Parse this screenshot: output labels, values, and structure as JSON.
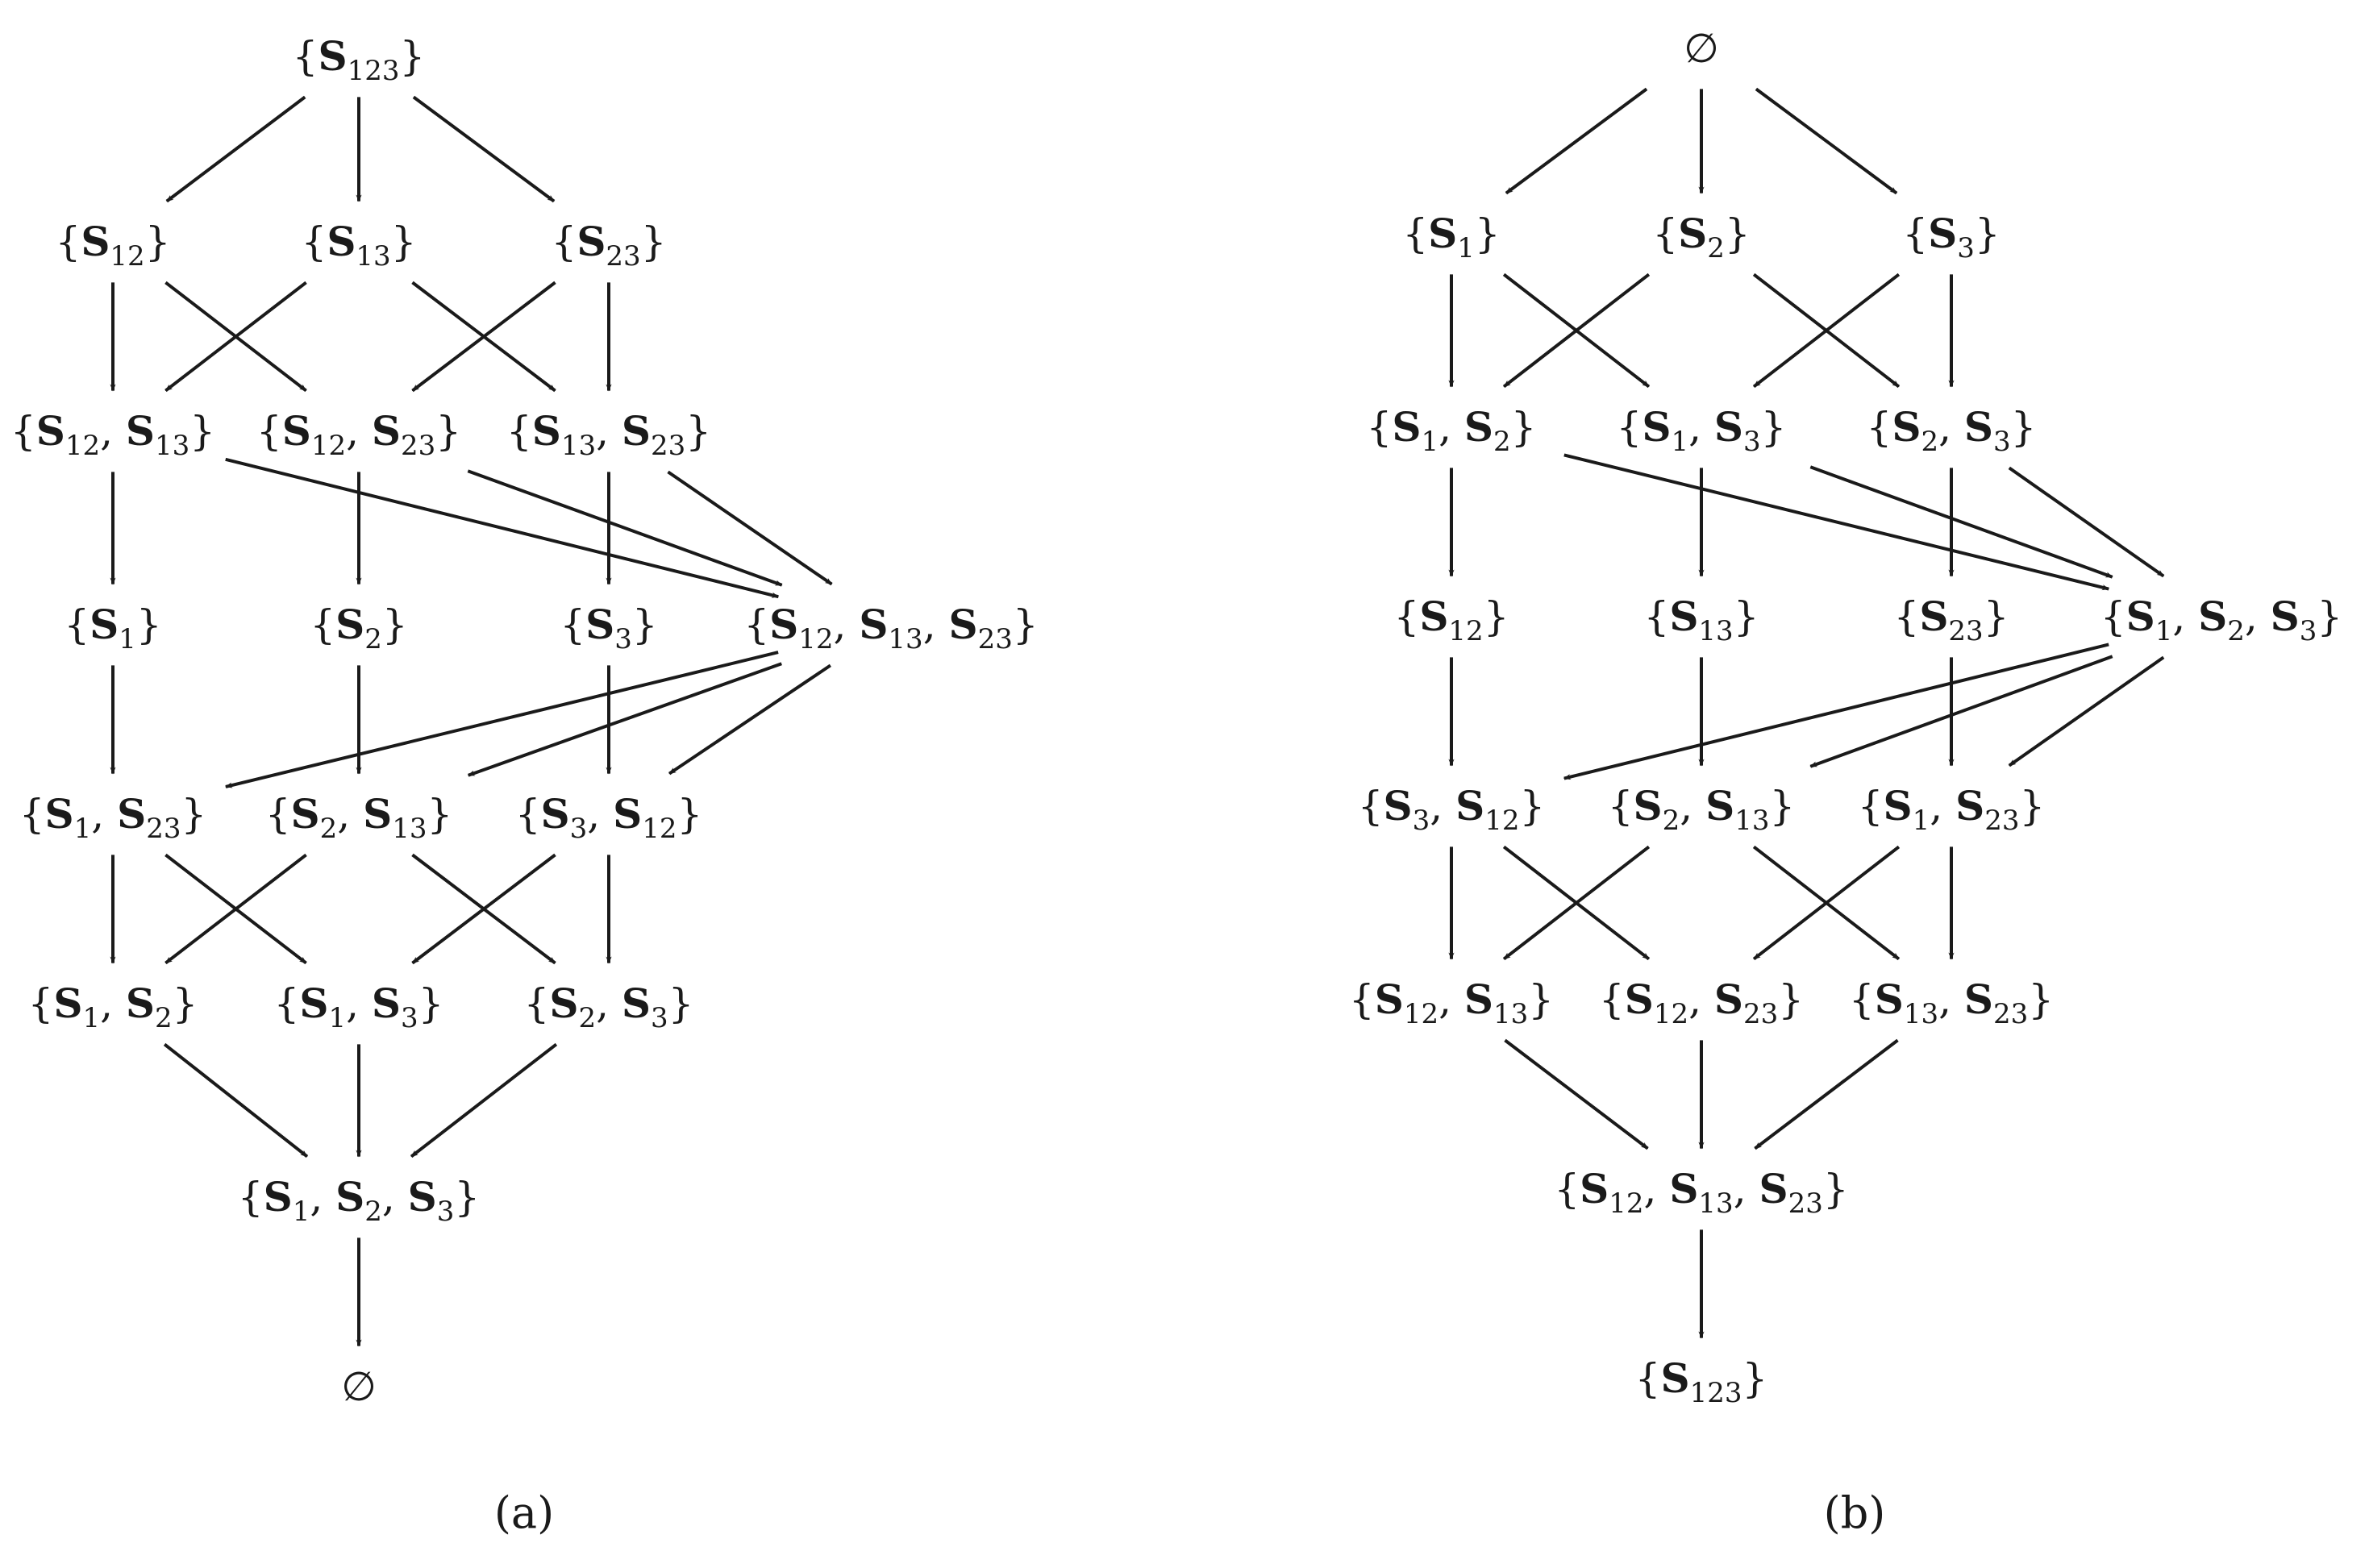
{
  "panels": [
    {
      "id": "a",
      "caption": "(a)",
      "nodes": {
        "S123": {
          "label": "{S123}"
        },
        "S12": {
          "label": "{S12}"
        },
        "S13": {
          "label": "{S13}"
        },
        "S23": {
          "label": "{S23}"
        },
        "S12S13": {
          "label": "{S12, S13}"
        },
        "S12S23": {
          "label": "{S12, S23}"
        },
        "S13S23": {
          "label": "{S13, S23}"
        },
        "S1": {
          "label": "{S1}"
        },
        "S2": {
          "label": "{S2}"
        },
        "S3": {
          "label": "{S3}"
        },
        "S12S13S23": {
          "label": "{S12, S13, S23}"
        },
        "S1S23": {
          "label": "{S1, S23}"
        },
        "S2S13": {
          "label": "{S2, S13}"
        },
        "S3S12": {
          "label": "{S3, S12}"
        },
        "S1S2": {
          "label": "{S1, S2}"
        },
        "S1S3": {
          "label": "{S1, S3}"
        },
        "S2S3": {
          "label": "{S2, S3}"
        },
        "S1S2S3": {
          "label": "{S1, S2, S3}"
        },
        "empty": {
          "label": "∅"
        }
      },
      "edges": [
        [
          "S123",
          "S12"
        ],
        [
          "S123",
          "S13"
        ],
        [
          "S123",
          "S23"
        ],
        [
          "S12",
          "S12S13"
        ],
        [
          "S12",
          "S12S23"
        ],
        [
          "S13",
          "S12S13"
        ],
        [
          "S13",
          "S13S23"
        ],
        [
          "S23",
          "S12S23"
        ],
        [
          "S23",
          "S13S23"
        ],
        [
          "S12S13",
          "S1"
        ],
        [
          "S12S23",
          "S2"
        ],
        [
          "S13S23",
          "S3"
        ],
        [
          "S12S13",
          "S12S13S23"
        ],
        [
          "S12S23",
          "S12S13S23"
        ],
        [
          "S13S23",
          "S12S13S23"
        ],
        [
          "S1",
          "S1S23"
        ],
        [
          "S2",
          "S2S13"
        ],
        [
          "S3",
          "S3S12"
        ],
        [
          "S12S13S23",
          "S1S23"
        ],
        [
          "S12S13S23",
          "S2S13"
        ],
        [
          "S12S13S23",
          "S3S12"
        ],
        [
          "S1S23",
          "S1S2"
        ],
        [
          "S1S23",
          "S1S3"
        ],
        [
          "S2S13",
          "S1S2"
        ],
        [
          "S2S13",
          "S2S3"
        ],
        [
          "S3S12",
          "S1S3"
        ],
        [
          "S3S12",
          "S2S3"
        ],
        [
          "S1S2",
          "S1S2S3"
        ],
        [
          "S1S3",
          "S1S2S3"
        ],
        [
          "S2S3",
          "S1S2S3"
        ],
        [
          "S1S2S3",
          "empty"
        ]
      ]
    },
    {
      "id": "b",
      "caption": "(b)",
      "nodes": {
        "empty": {
          "label": "∅"
        },
        "S1": {
          "label": "{S1}"
        },
        "S2": {
          "label": "{S2}"
        },
        "S3": {
          "label": "{S3}"
        },
        "S1S2": {
          "label": "{S1, S2}"
        },
        "S1S3": {
          "label": "{S1, S3}"
        },
        "S2S3": {
          "label": "{S2, S3}"
        },
        "S12": {
          "label": "{S12}"
        },
        "S13": {
          "label": "{S13}"
        },
        "S23": {
          "label": "{S23}"
        },
        "S1S2S3": {
          "label": "{S1, S2, S3}"
        },
        "S3S12": {
          "label": "{S3, S12}"
        },
        "S2S13": {
          "label": "{S2, S13}"
        },
        "S1S23": {
          "label": "{S1, S23}"
        },
        "S12S13": {
          "label": "{S12, S13}"
        },
        "S12S23": {
          "label": "{S12, S23}"
        },
        "S13S23": {
          "label": "{S13, S23}"
        },
        "S12S13S23": {
          "label": "{S12, S13, S23}"
        },
        "S123": {
          "label": "{S123}"
        }
      },
      "edges": [
        [
          "empty",
          "S1"
        ],
        [
          "empty",
          "S2"
        ],
        [
          "empty",
          "S3"
        ],
        [
          "S1",
          "S1S2"
        ],
        [
          "S1",
          "S1S3"
        ],
        [
          "S2",
          "S1S2"
        ],
        [
          "S2",
          "S2S3"
        ],
        [
          "S3",
          "S1S3"
        ],
        [
          "S3",
          "S2S3"
        ],
        [
          "S1S2",
          "S12"
        ],
        [
          "S1S3",
          "S13"
        ],
        [
          "S2S3",
          "S23"
        ],
        [
          "S1S2",
          "S1S2S3"
        ],
        [
          "S1S3",
          "S1S2S3"
        ],
        [
          "S2S3",
          "S1S2S3"
        ],
        [
          "S12",
          "S3S12"
        ],
        [
          "S13",
          "S2S13"
        ],
        [
          "S23",
          "S1S23"
        ],
        [
          "S1S2S3",
          "S3S12"
        ],
        [
          "S1S2S3",
          "S2S13"
        ],
        [
          "S1S2S3",
          "S1S23"
        ],
        [
          "S3S12",
          "S12S13"
        ],
        [
          "S3S12",
          "S12S23"
        ],
        [
          "S2S13",
          "S12S13"
        ],
        [
          "S2S13",
          "S13S23"
        ],
        [
          "S1S23",
          "S12S23"
        ],
        [
          "S1S23",
          "S13S23"
        ],
        [
          "S12S13",
          "S12S13S23"
        ],
        [
          "S12S23",
          "S12S13S23"
        ],
        [
          "S13S23",
          "S12S13S23"
        ],
        [
          "S12S13S23",
          "S123"
        ]
      ]
    }
  ]
}
